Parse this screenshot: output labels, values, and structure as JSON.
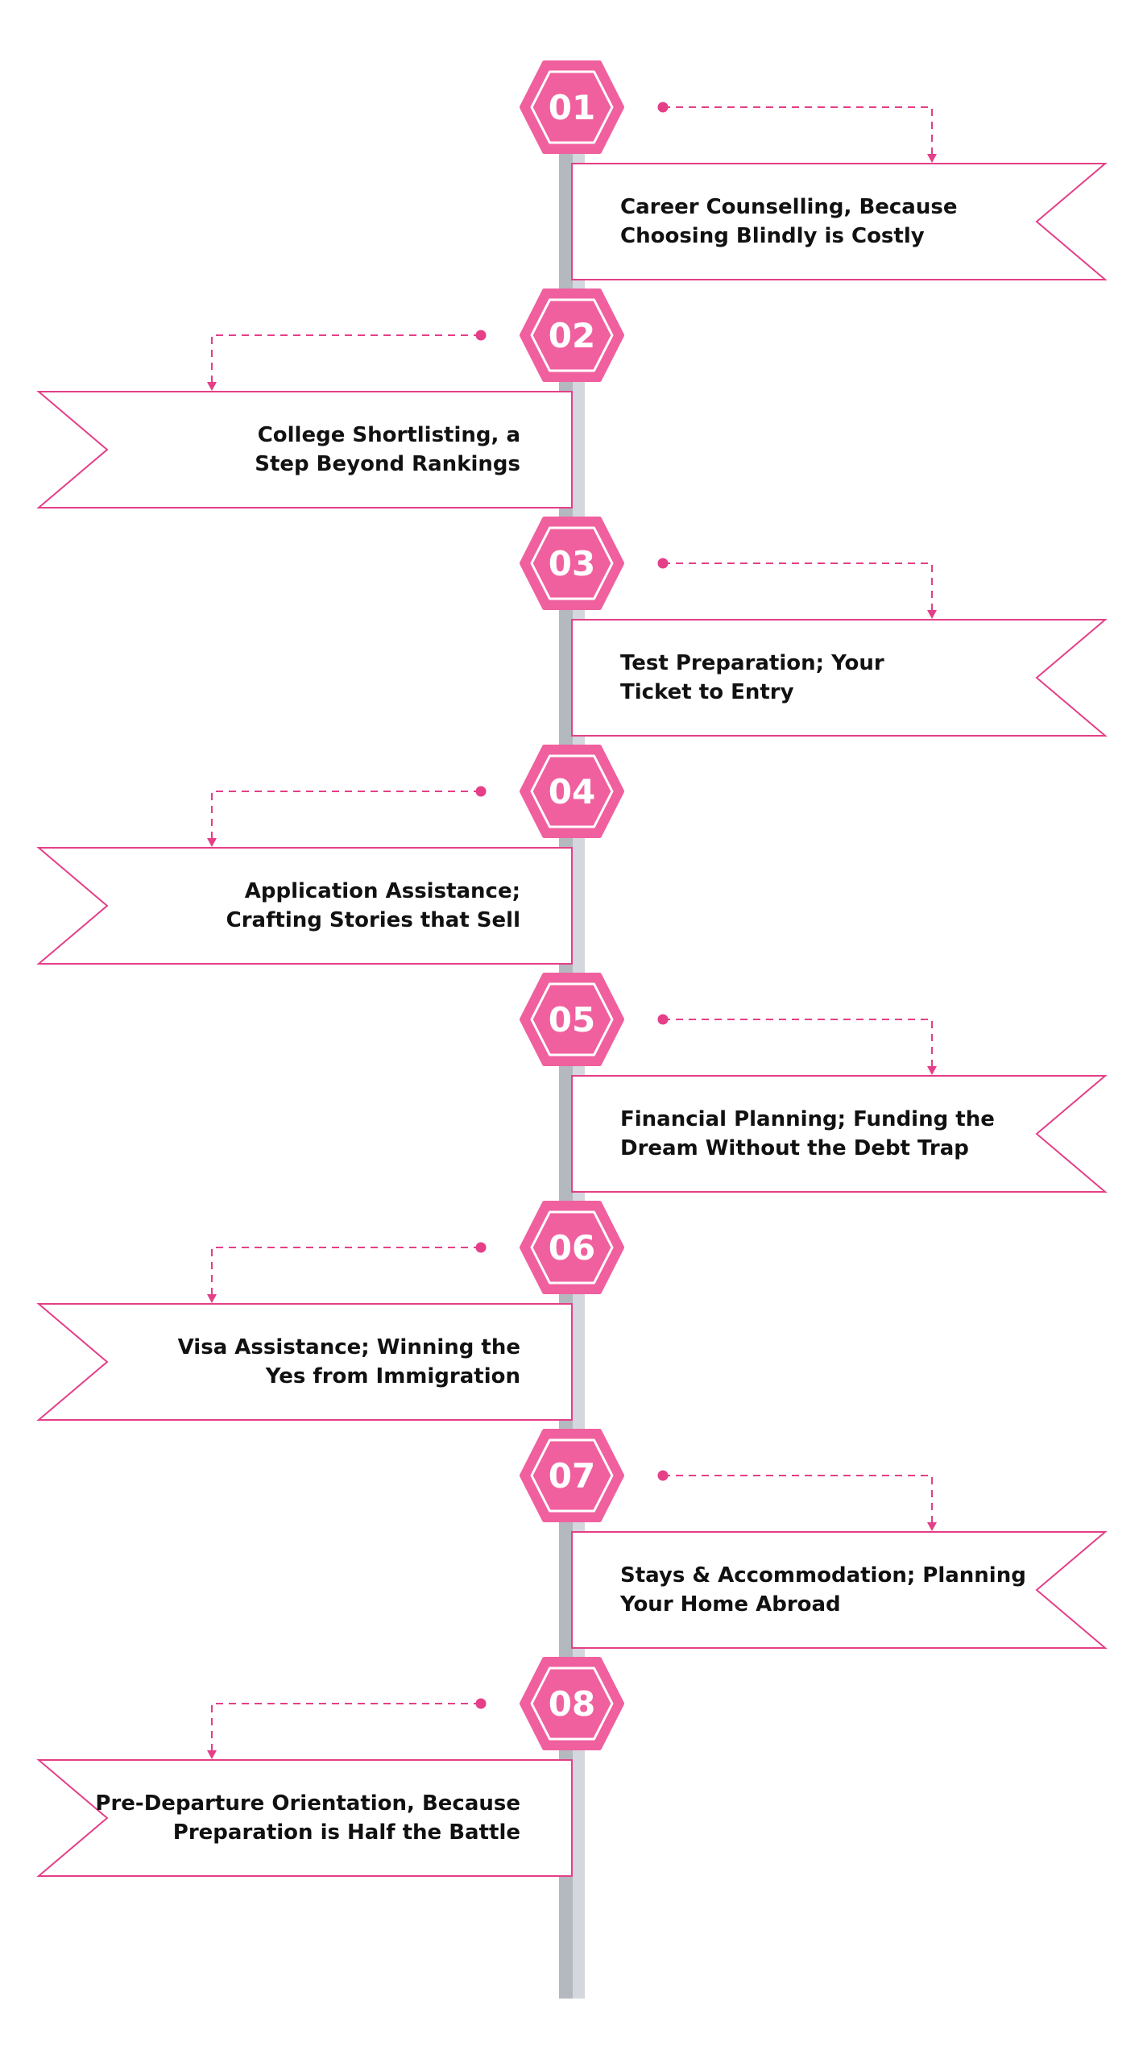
{
  "colors": {
    "accent": "#f0609e",
    "accent_border": "#e43f87",
    "spine_dark": "#b4b8bf",
    "spine_light": "#d4d7dd",
    "banner_fill": "#ffffff",
    "text": "#111111"
  },
  "steps": [
    {
      "number": "01",
      "side": "right",
      "line1": "Career Counselling, Because",
      "line2": "Choosing Blindly is Costly"
    },
    {
      "number": "02",
      "side": "left",
      "line1": "College Shortlisting, a",
      "line2": "Step Beyond Rankings"
    },
    {
      "number": "03",
      "side": "right",
      "line1": "Test Preparation; Your",
      "line2": "Ticket to Entry"
    },
    {
      "number": "04",
      "side": "left",
      "line1": "Application Assistance;",
      "line2": "Crafting Stories that Sell"
    },
    {
      "number": "05",
      "side": "right",
      "line1": "Financial Planning; Funding the",
      "line2": "Dream Without the Debt Trap"
    },
    {
      "number": "06",
      "side": "left",
      "line1": "Visa Assistance; Winning the",
      "line2": "Yes from Immigration"
    },
    {
      "number": "07",
      "side": "right",
      "line1": "Stays & Accommodation; Planning",
      "line2": "Your Home Abroad"
    },
    {
      "number": "08",
      "side": "left",
      "line1": "Pre-Departure Orientation, Because",
      "line2": "Preparation is Half the Battle"
    }
  ]
}
